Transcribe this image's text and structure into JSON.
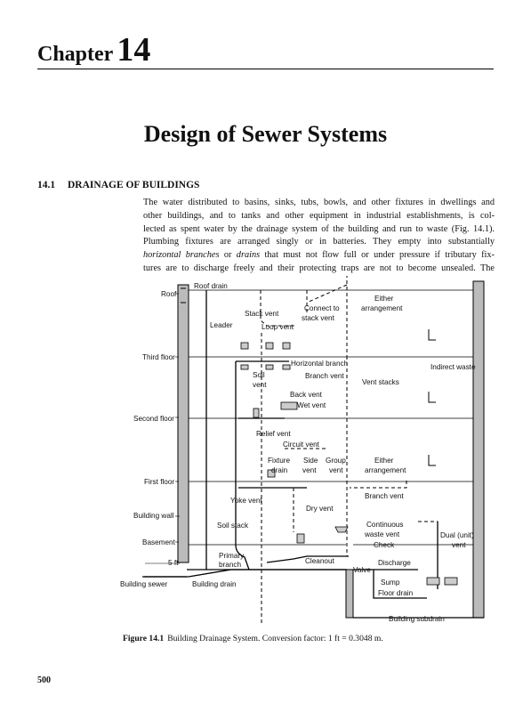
{
  "chapter": {
    "word": "Chapter",
    "number": "14"
  },
  "title": "Design of Sewer Systems",
  "section": {
    "number": "14.1",
    "heading": "DRAINAGE OF BUILDINGS"
  },
  "paragraph_lines": [
    "The water distributed to basins, sinks, tubs, bowls, and other fixtures in dwellings and",
    "other buildings, and to tanks and other equipment in industrial establishments, is col-",
    "lected as spent water by the drainage system of the building and run to waste (Fig. 14.1).",
    "Plumbing fixtures are arranged singly or in batteries. They empty into substantially",
    [
      "horizontal branches",
      " or ",
      "drains",
      " that must not flow full or under pressure if tributary fix-"
    ],
    "tures are to discharge freely and their protecting traps are not to become unsealed. The"
  ],
  "figure": {
    "labels": {
      "roof": "Roof",
      "roof_drain": "Roof drain",
      "stack_vent": "Stack vent",
      "connect_stack_vent_1": "Connect to",
      "connect_stack_vent_2": "stack vent",
      "either_arr_top_1": "Either",
      "either_arr_top_2": "arrangement",
      "leader": "Leader",
      "loop_vent": "Loop vent",
      "third_floor": "Third floor",
      "horizontal_branch": "Horizontal branch",
      "soil_vent_1": "Soil",
      "soil_vent_2": "vent",
      "branch_vent_top": "Branch vent",
      "vent_stacks": "Vent stacks",
      "indirect_waste": "Indirect waste",
      "back_vent": "Back vent",
      "wet_vent": "Wet vent",
      "second_floor": "Second floor",
      "relief_vent": "Relief vent",
      "circuit_vent": "Circuit vent",
      "fixture_drain_1": "Fixture",
      "fixture_drain_2": "drain",
      "side_vent_1": "Side",
      "side_vent_2": "vent",
      "group_vent_1": "Group",
      "group_vent_2": "vent",
      "either_arr_mid_1": "Either",
      "either_arr_mid_2": "arrangement",
      "first_floor": "First floor",
      "branch_vent_low": "Branch vent",
      "yoke_vent": "Yoke vent",
      "dry_vent": "Dry vent",
      "building_wall": "Building wall",
      "soil_stack": "Soil stack",
      "continuous_waste_vent_1": "Continuous",
      "continuous_waste_vent_2": "waste vent",
      "dual_vent_1": "Dual (unit)",
      "dual_vent_2": "vent",
      "basement": "Basement",
      "check": "Check",
      "five_ft": "5 ft",
      "primary_branch_1": "Primary",
      "primary_branch_2": "branch",
      "cleanout": "Cleanout",
      "discharge": "Discharge",
      "valve": "Valve",
      "building_sewer": "Building sewer",
      "building_drain": "Building drain",
      "sump": "Sump",
      "floor_drain": "Floor drain",
      "building_subdrain": "Building subdrain"
    }
  },
  "caption": {
    "label": "Figure 14.1",
    "text": "Building Drainage System. Conversion factor: 1 ft = 0.3048 m."
  },
  "page_number": "500"
}
